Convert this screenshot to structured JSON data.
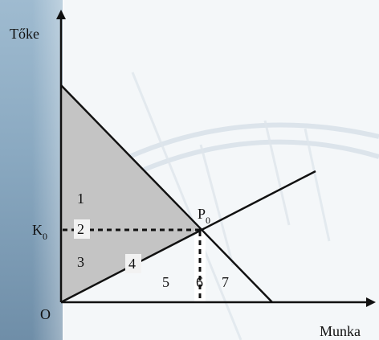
{
  "axes": {
    "y_label": "Tőke",
    "x_label": "Munka",
    "origin_label": "O"
  },
  "points": {
    "k0_label": "K",
    "k0_sub": "0",
    "p0_label": "P",
    "p0_sub": "0"
  },
  "regions": [
    "1",
    "2",
    "3",
    "4",
    "5",
    "6",
    "7"
  ],
  "colors": {
    "shaded_region": "#c4c4c4",
    "lines": "#111111",
    "background_tint": "#9fbbd0"
  }
}
